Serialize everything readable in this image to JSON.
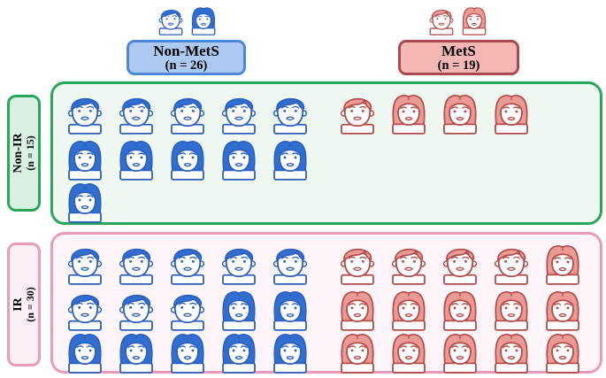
{
  "figure": {
    "columns": {
      "non_mets": {
        "label": "Non-MetS",
        "n_label": "(n = 26)"
      },
      "mets": {
        "label": "MetS",
        "n_label": "(n = 19)"
      }
    },
    "rows": {
      "non_ir": {
        "label": "Non-IR",
        "n_label": "(n = 15)"
      },
      "ir": {
        "label": "IR",
        "n_label": "(n = 30)"
      }
    }
  },
  "colors": {
    "non_mets_icon": "#2b5fc0",
    "non_mets_box_fill": "#abc9f1",
    "non_mets_box_border": "#4e86da",
    "mets_icon_stroke": "#b24b49",
    "mets_icon_hair": "#eb9b94",
    "mets_box_fill": "#f4b7b3",
    "mets_box_border": "#a84a50",
    "non_ir_border": "#28a75a",
    "non_ir_panel_fill": "#eef8f1",
    "non_ir_label_fill": "#d8f1e2",
    "ir_border": "#ed9ab9",
    "ir_panel_fill": "#fdf5f9",
    "ir_label_fill": "#fbeff6"
  },
  "grids": {
    "non_ir": {
      "rows": [
        {
          "left": [
            {
              "sex": "male",
              "count": 5
            }
          ],
          "right": [
            {
              "sex": "male",
              "count": 1
            },
            {
              "sex": "female",
              "count": 3
            }
          ]
        },
        {
          "left": [
            {
              "sex": "female",
              "count": 5
            }
          ],
          "right": []
        },
        {
          "left": [
            {
              "sex": "female",
              "count": 1
            }
          ],
          "right": []
        }
      ]
    },
    "ir": {
      "rows": [
        {
          "left": [
            {
              "sex": "male",
              "count": 5
            }
          ],
          "right": [
            {
              "sex": "male",
              "count": 4
            },
            {
              "sex": "female",
              "count": 1
            }
          ]
        },
        {
          "left": [
            {
              "sex": "male",
              "count": 3
            },
            {
              "sex": "female",
              "count": 2
            }
          ],
          "right": [
            {
              "sex": "female",
              "count": 5
            }
          ]
        },
        {
          "left": [
            {
              "sex": "female",
              "count": 5
            }
          ],
          "right": [
            {
              "sex": "female",
              "count": 5
            }
          ]
        }
      ]
    }
  },
  "chart_data": {
    "type": "table",
    "subtype": "pictogram-crosstab",
    "unit": "1 icon = 1 subject",
    "columns": [
      "Non-MetS (n = 26)",
      "MetS (n = 19)"
    ],
    "rows": [
      "Non-IR (n = 15)",
      "IR (n = 30)"
    ],
    "values": [
      [
        11,
        4
      ],
      [
        15,
        15
      ]
    ],
    "sex_breakdown": {
      "non_ir_non_mets": {
        "male": 5,
        "female": 6
      },
      "non_ir_mets": {
        "male": 1,
        "female": 3
      },
      "ir_non_mets": {
        "male": 8,
        "female": 7
      },
      "ir_mets": {
        "male": 4,
        "female": 11
      }
    },
    "totals": {
      "non_mets": 26,
      "mets": 19,
      "non_ir": 15,
      "ir": 30
    }
  }
}
